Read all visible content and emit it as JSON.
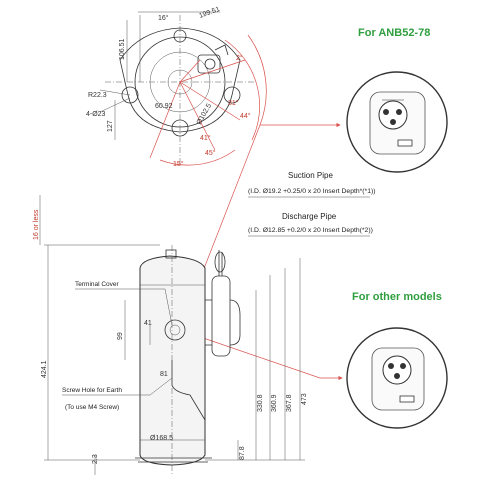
{
  "colors": {
    "accent_green": "#2e9e3e",
    "dimension_red": "#d9534f",
    "line": "#333333"
  },
  "headers": {
    "anb": "For ANB52-78",
    "other": "For other models"
  },
  "top_view": {
    "dims": [
      "199.51",
      "106.51",
      "R22.3",
      "4-Ø23",
      "60.92",
      "Ø102.5",
      "127",
      "16°",
      "2°",
      "15°",
      "31°",
      "45°",
      "44°",
      "41°"
    ]
  },
  "pipes": {
    "suction_title": "Suction Pipe",
    "suction_spec": "(I.D. Ø19.2 +0.25/0 x 20 Insert Depth*(*1))",
    "discharge_title": "Discharge Pipe",
    "discharge_spec": "(I.D. Ø12.85 +0.2/0 x 20 Insert Depth(*2))"
  },
  "side_view": {
    "terminal_cover": "Terminal Cover",
    "screw_hole": "Screw Hole for Earth",
    "screw_note": "(To use M4 Screw)",
    "dims": {
      "d_16": "16 or less",
      "d_424": "424.1",
      "d_99": "99",
      "d_41": "41",
      "d_81": "81",
      "d_1685": "Ø168.5",
      "d_23": "2.3",
      "d_879": "87.8",
      "d_3308": "330.8",
      "d_3609": "360.9",
      "d_3678": "367.8",
      "d_473": "473"
    }
  }
}
